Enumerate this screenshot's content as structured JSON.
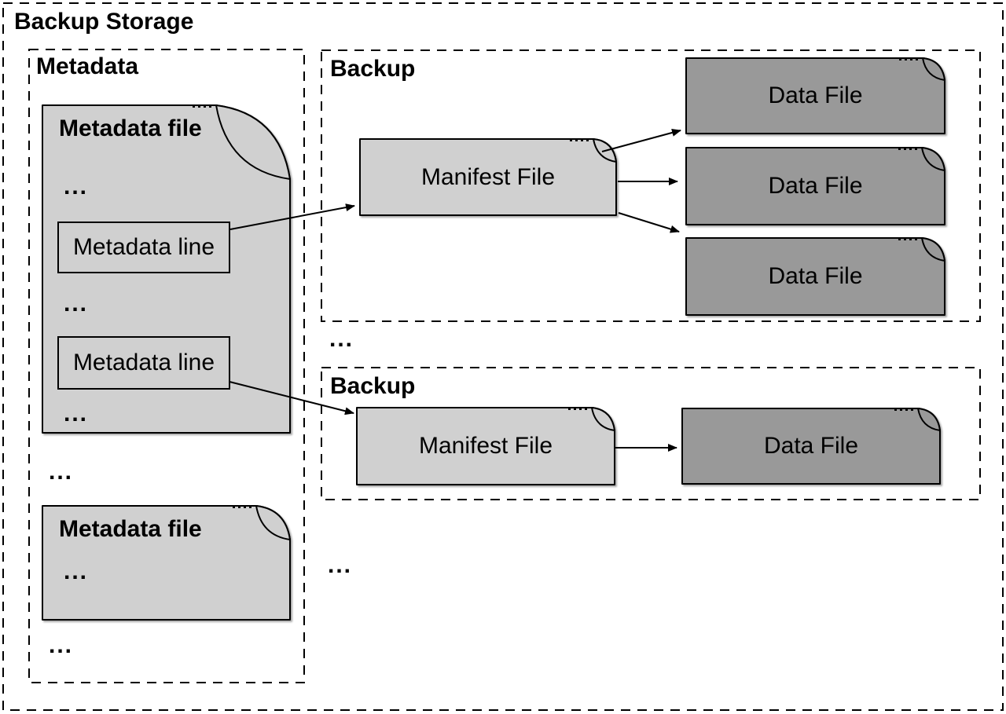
{
  "title": "Backup Storage",
  "metadata": {
    "label": "Metadata",
    "file1": {
      "title": "Metadata file",
      "dots1": "...",
      "line1": "Metadata line",
      "dots2": "...",
      "line2": "Metadata line",
      "dots3": "..."
    },
    "dots_between_files": "...",
    "file2": {
      "title": "Metadata file",
      "dots": "..."
    },
    "dots_after_file2": "..."
  },
  "backup1": {
    "label": "Backup",
    "manifest_label": "Manifest File",
    "data_files": [
      "Data File",
      "Data File",
      "Data File"
    ]
  },
  "dots_between_backups": "...",
  "backup2": {
    "label": "Backup",
    "manifest_label": "Manifest File",
    "data_files": [
      "Data File"
    ]
  },
  "dots_bottom": "...",
  "colors": {
    "file_light": "#d0d0d0",
    "file_dark": "#999999",
    "stroke": "#000000"
  }
}
